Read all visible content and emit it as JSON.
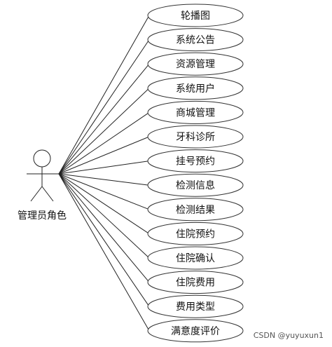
{
  "actor": {
    "label": "管理员角色",
    "icon": "stick-figure-icon"
  },
  "use_cases": [
    "轮播图",
    "系统公告",
    "资源管理",
    "系统用户",
    "商城管理",
    "牙科诊所",
    "挂号预约",
    "检测信息",
    "检测结果",
    "住院预约",
    "住院确认",
    "住院费用",
    "费用类型",
    "满意度评价"
  ],
  "watermark": "CSDN @yuyuxun1"
}
